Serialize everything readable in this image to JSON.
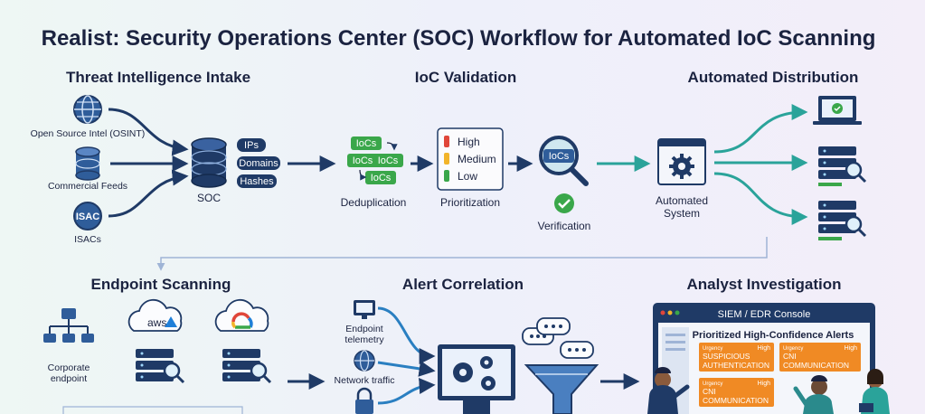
{
  "title": "Realist: Security Operations Center (SOC) Workflow for Automated IoC Scanning",
  "stages": {
    "intake": {
      "heading": "Threat Intelligence Intake",
      "sources": [
        "Open Source Intel (OSINT)",
        "Commercial Feeds",
        "ISACs"
      ],
      "isac_badge": "ISAC",
      "hub_label": "SOC",
      "pills": [
        "IPs",
        "Domains",
        "Hashes"
      ]
    },
    "validation": {
      "heading": "IoC Validation",
      "ioc_tag": "IoCs",
      "dedup_label": "Deduplication",
      "priority_levels": [
        "High",
        "Medium",
        "Low"
      ],
      "prioritization_label": "Prioritization",
      "verification_label": "Verification"
    },
    "distribution": {
      "heading": "Automated Distribution",
      "system_label_1": "Automated",
      "system_label_2": "System"
    },
    "endpoint": {
      "heading": "Endpoint Scanning",
      "corporate_label_1": "Corporate",
      "corporate_label_2": "endpoint",
      "aws_label": "aws"
    },
    "correlation": {
      "heading": "Alert Correlation",
      "telemetry_1": "Endpoint",
      "telemetry_2": "telemetry",
      "network_label": "Network traffic"
    },
    "analyst": {
      "heading": "Analyst Investigation",
      "console_title": "SIEM / EDR Console",
      "alerts_title": "Prioritized High-Confidence Alerts",
      "alerts": [
        {
          "urgency": "Urgency",
          "level": "High",
          "line1": "SUSPICIOUS",
          "line2": "AUTHENTICATION"
        },
        {
          "urgency": "Urgency",
          "level": "High",
          "line1": "CNI",
          "line2": "COMMUNICATION"
        },
        {
          "urgency": "Urgency",
          "level": "High",
          "line1": "CNI",
          "line2": "COMMUNICATION"
        }
      ]
    }
  },
  "colors": {
    "navy": "#1f3a66",
    "teal": "#2aa39a",
    "orange": "#f08a24",
    "green": "#3aa74a",
    "red": "#e0463a",
    "amber": "#f2b42a"
  }
}
